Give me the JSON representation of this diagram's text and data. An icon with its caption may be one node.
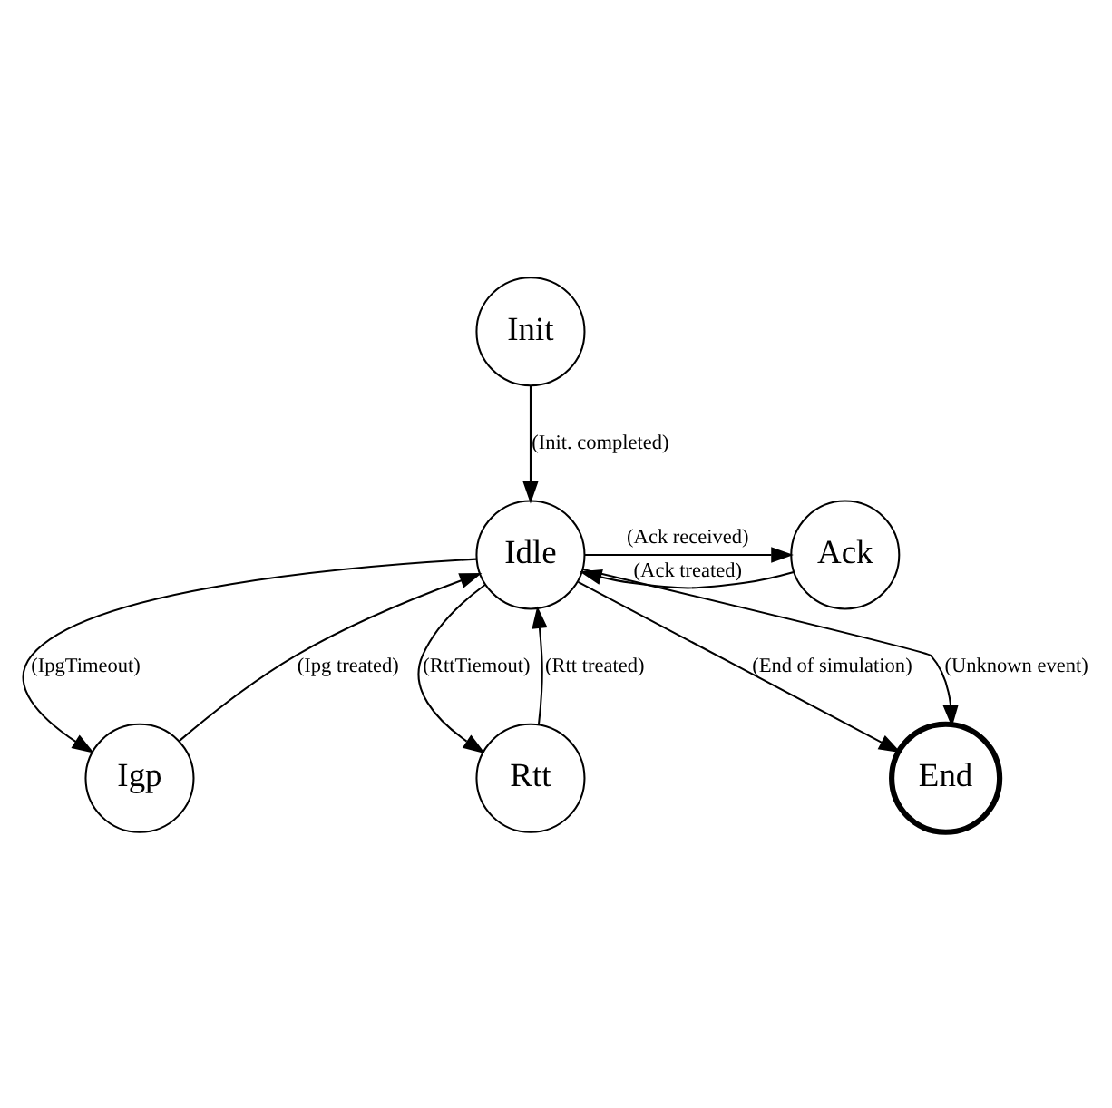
{
  "diagram": {
    "nodes": [
      {
        "text": [
          "Init"
        ]
      },
      {
        "text": [
          "Idle"
        ]
      },
      {
        "text": [
          "Igp"
        ]
      },
      {
        "text": [
          "Ack"
        ]
      },
      {
        "text": [
          "Rtt"
        ]
      },
      {
        "text": [
          "End"
        ]
      }
    ],
    "edges": [
      {
        "from": 0,
        "to": 1,
        "arrow": "to",
        "label": "(Init. completed)"
      },
      {
        "from": 1,
        "to": 2,
        "arrow": "to",
        "label": "(IpgTimeout)"
      },
      {
        "from": 2,
        "to": 1,
        "arrow": "to",
        "label": "(Ipg treated)"
      },
      {
        "from": 1,
        "to": 3,
        "arrow": "to",
        "label": "(Ack received)"
      },
      {
        "from": 3,
        "to": 1,
        "arrow": "to",
        "label": "(Ack treated)"
      },
      {
        "from": 1,
        "to": 4,
        "arrow": "to",
        "label": "(RttTiemout)"
      },
      {
        "from": 4,
        "to": 1,
        "arrow": "to",
        "label": "(Rtt treated)"
      },
      {
        "from": 1,
        "to": 5,
        "arrow": "to",
        "label": "(End of simulation)"
      },
      {
        "from": 1,
        "to": 5,
        "arrow": "to",
        "label": "(Unknown event)"
      }
    ]
  }
}
